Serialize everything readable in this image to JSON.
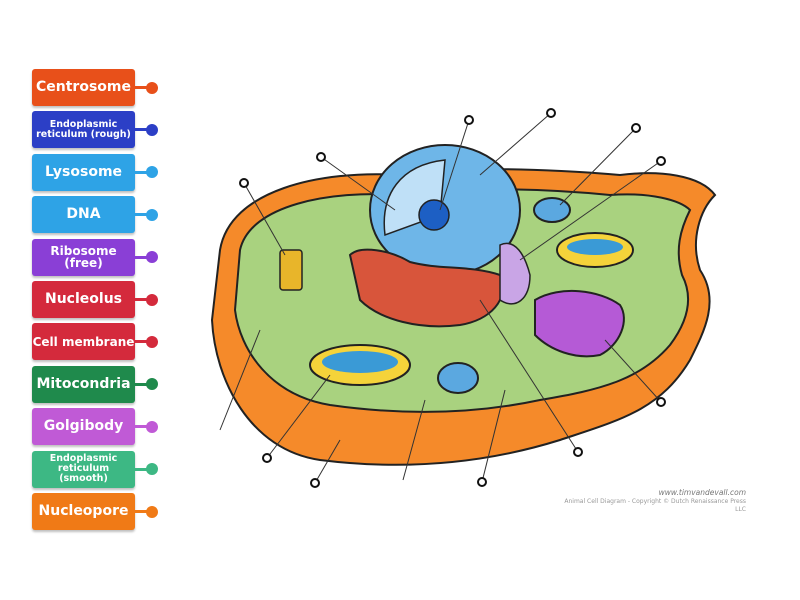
{
  "labels": [
    {
      "text": "Centrosome",
      "color": "#e8501a"
    },
    {
      "text": "Endoplasmic reticulum (rough)",
      "color": "#2c3fc6"
    },
    {
      "text": "Lysosome",
      "color": "#2ea3e6"
    },
    {
      "text": "DNA",
      "color": "#2ea3e6"
    },
    {
      "text": "Ribosome (free)",
      "color": "#8a3fd6"
    },
    {
      "text": "Nucleolus",
      "color": "#d42a3c"
    },
    {
      "text": "Cell membrane",
      "color": "#d42a3c"
    },
    {
      "text": "Mitocondria",
      "color": "#1f8a4c"
    },
    {
      "text": "Golgibody",
      "color": "#c05ad6"
    },
    {
      "text": "Endoplasmic reticulum (smooth)",
      "color": "#3db884"
    },
    {
      "text": "Nucleopore",
      "color": "#f07a16"
    }
  ],
  "credit": {
    "site": "www.timvandevall.com",
    "text": "Animal Cell Diagram - Copyright © Dutch Renaissance Press LLC"
  }
}
